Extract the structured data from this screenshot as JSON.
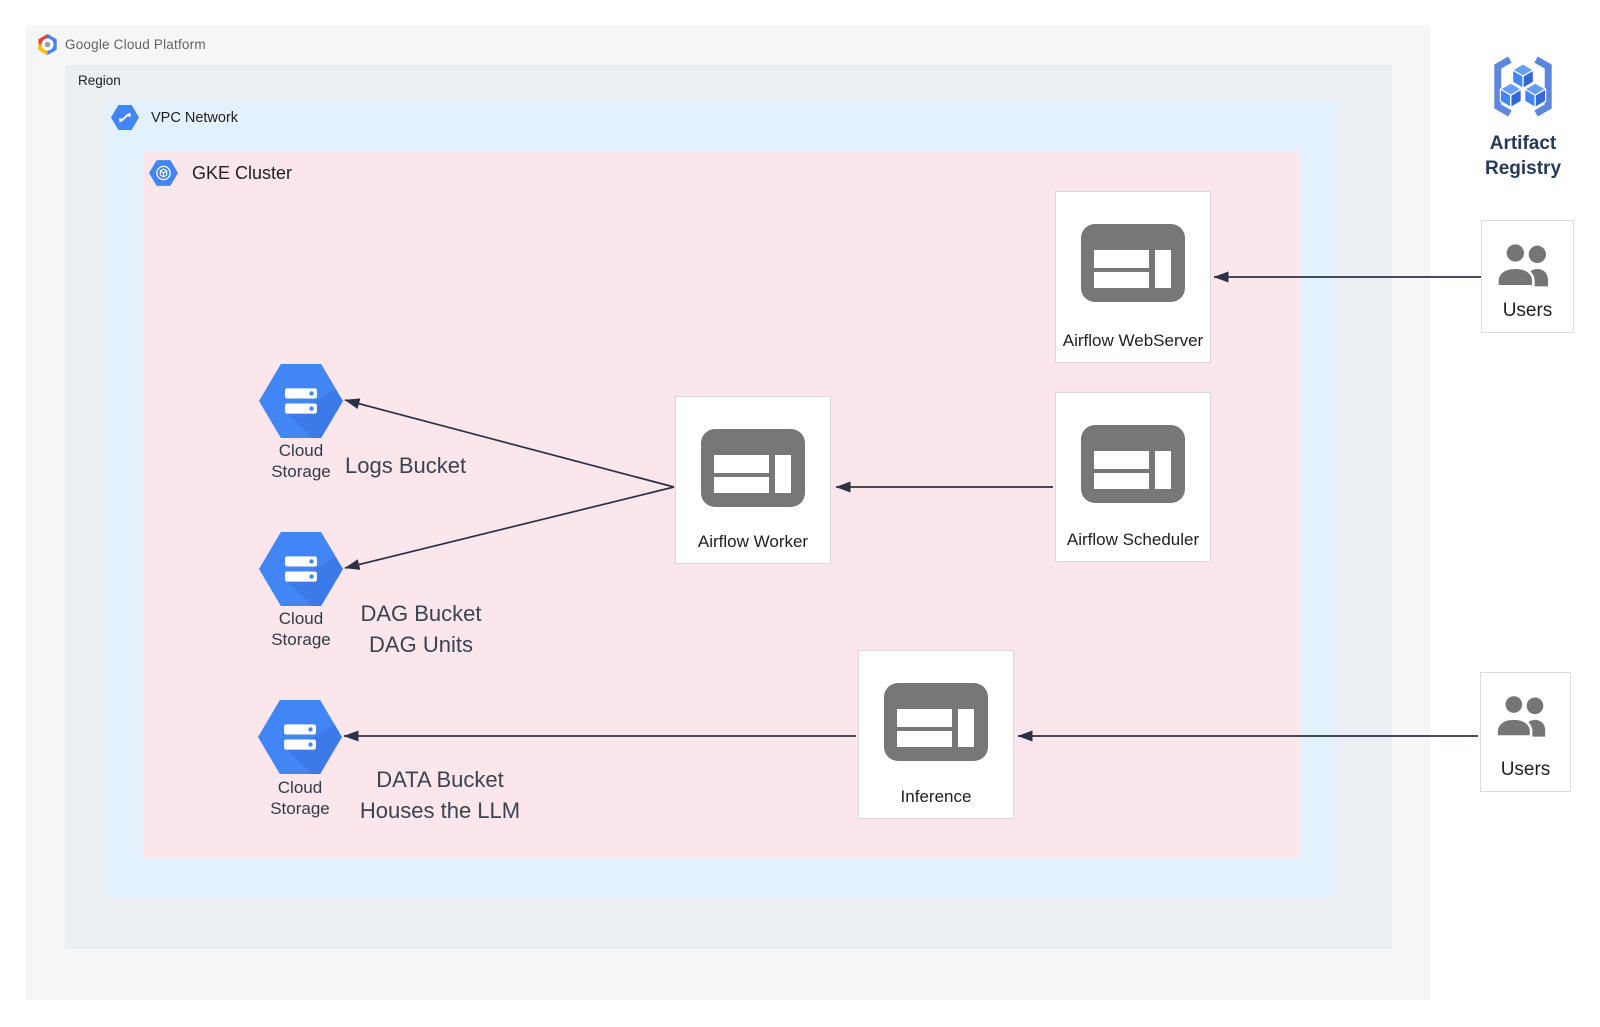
{
  "brand": {
    "name": "Google Cloud Platform"
  },
  "containers": {
    "region": {
      "label": "Region"
    },
    "vpc": {
      "label": "VPC Network"
    },
    "gke": {
      "label": "GKE Cluster"
    }
  },
  "nodes": {
    "airflow_webserver": {
      "label": "Airflow WebServer"
    },
    "airflow_scheduler": {
      "label": "Airflow Scheduler"
    },
    "airflow_worker": {
      "label": "Airflow Worker"
    },
    "inference": {
      "label": "Inference"
    }
  },
  "buckets": {
    "logs": {
      "service": "Cloud Storage",
      "title": "Logs Bucket",
      "subtitle": ""
    },
    "dag": {
      "service": "Cloud Storage",
      "title": "DAG Bucket",
      "subtitle": "DAG Units"
    },
    "data": {
      "service": "Cloud Storage",
      "title": "DATA Bucket",
      "subtitle": "Houses the LLM"
    }
  },
  "external": {
    "artifact_registry": {
      "label": "Artifact Registry"
    },
    "users_top": {
      "label": "Users"
    },
    "users_bottom": {
      "label": "Users"
    }
  },
  "icons": {
    "gcp_logo": "gcp-hexagon-logo",
    "vpc": "vpc-network-hexagon",
    "gke": "gke-cluster-hexagon",
    "cloud_storage": "cloud-storage-hexagon",
    "node_window": "browser-window",
    "artifact_registry": "brackets-with-cubes",
    "users": "two-people-silhouette"
  },
  "colors": {
    "accent_blue": "#4285f4",
    "gke_bg": "#fbe6ec",
    "vpc_bg": "#e3f1fc",
    "region_bg": "#eceff1",
    "outer_bg": "#f6f6f7",
    "icon_gray": "#757575",
    "arrow": "#2c3246",
    "artifact_text": "#24395c"
  }
}
